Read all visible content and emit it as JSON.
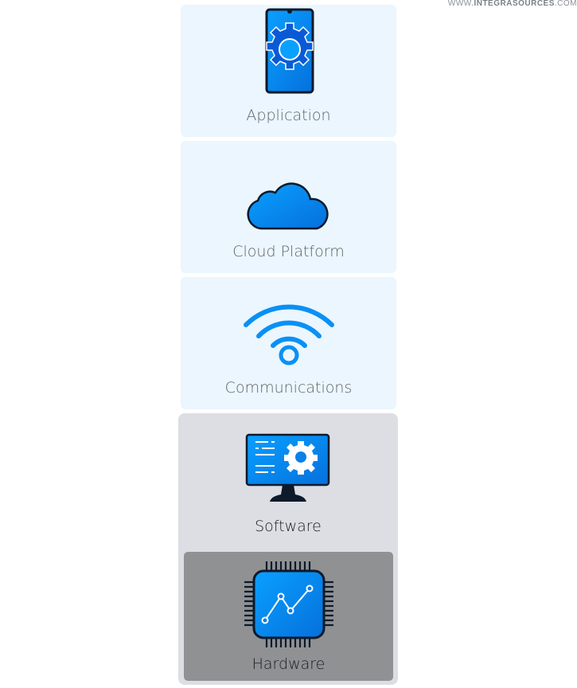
{
  "watermark": {
    "prefix": "WWW.",
    "brand": "INTEGRASOURCES",
    "suffix": ".COM"
  },
  "layers": [
    {
      "label": "Application",
      "icon": "phone-gear-icon"
    },
    {
      "label": "Cloud Platform",
      "icon": "cloud-icon"
    },
    {
      "label": "Communications",
      "icon": "wifi-icon"
    },
    {
      "label": "Software",
      "icon": "monitor-gear-icon"
    },
    {
      "label": "Hardware",
      "icon": "chip-icon"
    }
  ],
  "colors": {
    "light_box": "#ebf6fe",
    "software_box": "#dcdee3",
    "hardware_box": "#8f9193",
    "accent": "#0a84e8"
  }
}
